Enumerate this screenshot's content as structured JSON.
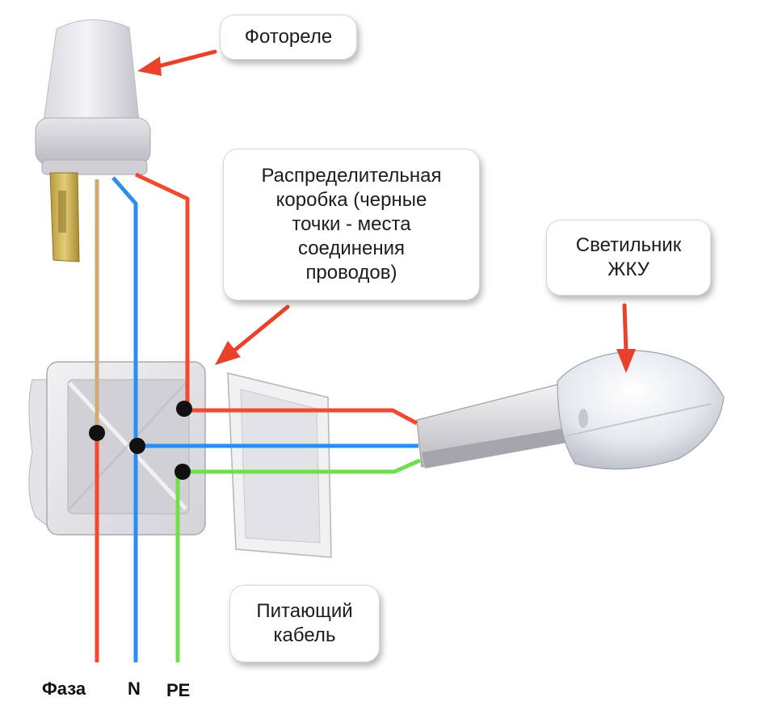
{
  "callouts": {
    "photorelay": "Фотореле",
    "junction_box": "Распределительная\nкоробка (черные\nточки - места\nсоединения\nпроводов)",
    "lamp": "Светильник\nЖКУ",
    "supply_cable": "Питающий\nкабель"
  },
  "wire_labels": {
    "phase": "Фаза",
    "neutral": "N",
    "earth": "PE"
  },
  "colors": {
    "phase_wire": "#f24a2e",
    "neutral_wire": "#2a8ff0",
    "earth_wire": "#6ee04a",
    "relay_wire": "#d3a978",
    "arrow": "#e8432a",
    "junction_dot": "#111111"
  },
  "icons": [
    "photorelay-device",
    "junction-box",
    "street-lamp",
    "arrow"
  ]
}
